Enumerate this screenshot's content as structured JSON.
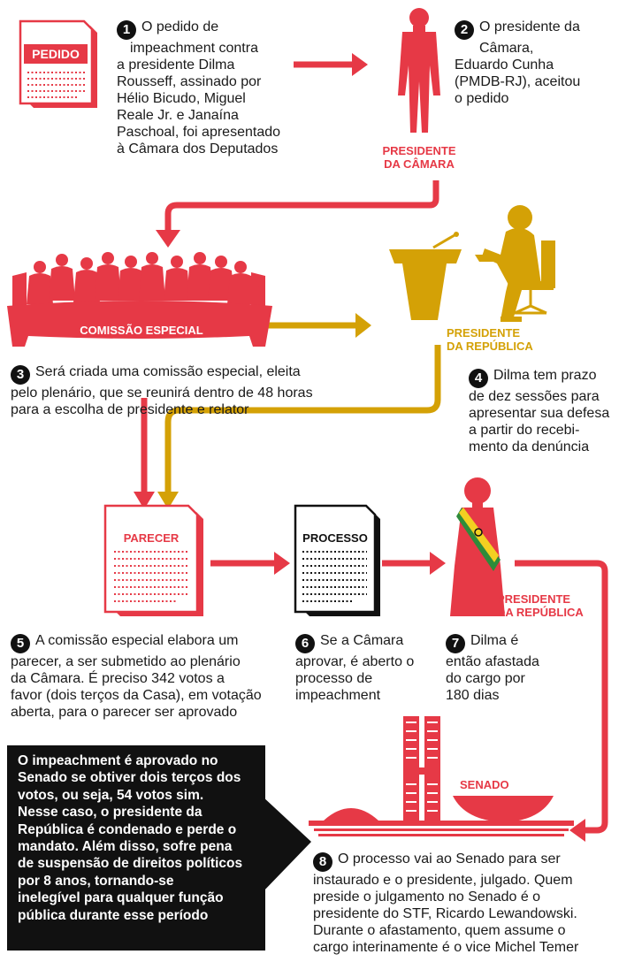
{
  "colors": {
    "red": "#e63946",
    "yellow": "#d4a106",
    "black": "#111111"
  },
  "labels": {
    "pedido": "PEDIDO",
    "presidente_camara": [
      "PRESIDENTE",
      "DA CÂMARA"
    ],
    "comissao": "COMISSÃO ESPECIAL",
    "presidente_republica_1": [
      "PRESIDENTE",
      "DA REPÚBLICA"
    ],
    "parecer": "PARECER",
    "processo": "PROCESSO",
    "presidente_republica_2": [
      "PRESIDENTE",
      "DA REPÚBLICA"
    ],
    "senado": "SENADO"
  },
  "steps": [
    {
      "num": "1",
      "lines": [
        "O pedido de",
        "impeachment contra",
        "a presidente Dilma",
        "Rousseff, assinado por",
        "Hélio Bicudo, Miguel",
        "Reale Jr. e Janaína",
        "Paschoal, foi apresentado",
        "à Câmara dos Deputados"
      ]
    },
    {
      "num": "2",
      "lines": [
        "O presidente da",
        "Câmara,",
        "Eduardo Cunha",
        "(PMDB-RJ), aceitou",
        "o pedido"
      ]
    },
    {
      "num": "3",
      "lines": [
        "Será criada uma comissão especial,  eleita",
        "pelo plenário, que se reunirá dentro de 48 horas",
        "para a escolha de presidente e relator"
      ]
    },
    {
      "num": "4",
      "lines": [
        "Dilma tem prazo",
        "de dez sessões para",
        "apresentar sua defesa",
        "a partir do recebi-",
        "mento da denúncia"
      ]
    },
    {
      "num": "5",
      "lines": [
        "A comissão especial elabora um",
        "parecer, a ser submetido ao plenário",
        "da Câmara. É preciso 342 votos a",
        "favor (dois terços da Casa), em votação",
        "aberta, para o parecer ser aprovado"
      ]
    },
    {
      "num": "6",
      "lines": [
        "Se a Câmara",
        "aprovar, é aberto o",
        "processo de",
        "impeachment"
      ]
    },
    {
      "num": "7",
      "lines": [
        "Dilma é",
        "então afastada",
        "do cargo por",
        "180 dias"
      ]
    },
    {
      "num": "8",
      "lines": [
        "O processo vai ao Senado para ser",
        "instaurado e o presidente, julgado. Quem",
        "preside o julgamento no Senado é o",
        "presidente do STF, Ricardo Lewandowski.",
        "Durante o afastamento, quem assume o",
        "cargo interinamente é o vice Michel Temer"
      ]
    }
  ],
  "note": {
    "lines": [
      "O impeachment é aprovado no",
      "Senado se obtiver dois terços dos",
      "votos, ou seja, 54 votos sim.",
      "Nesse caso, o presidente da",
      "República é condenado e perde o",
      "mandato. Além disso, sofre pena",
      "de suspensão de direitos políticos",
      "por 8 anos, tornando-se",
      "inelegível para qualquer função",
      "pública durante esse período"
    ]
  }
}
